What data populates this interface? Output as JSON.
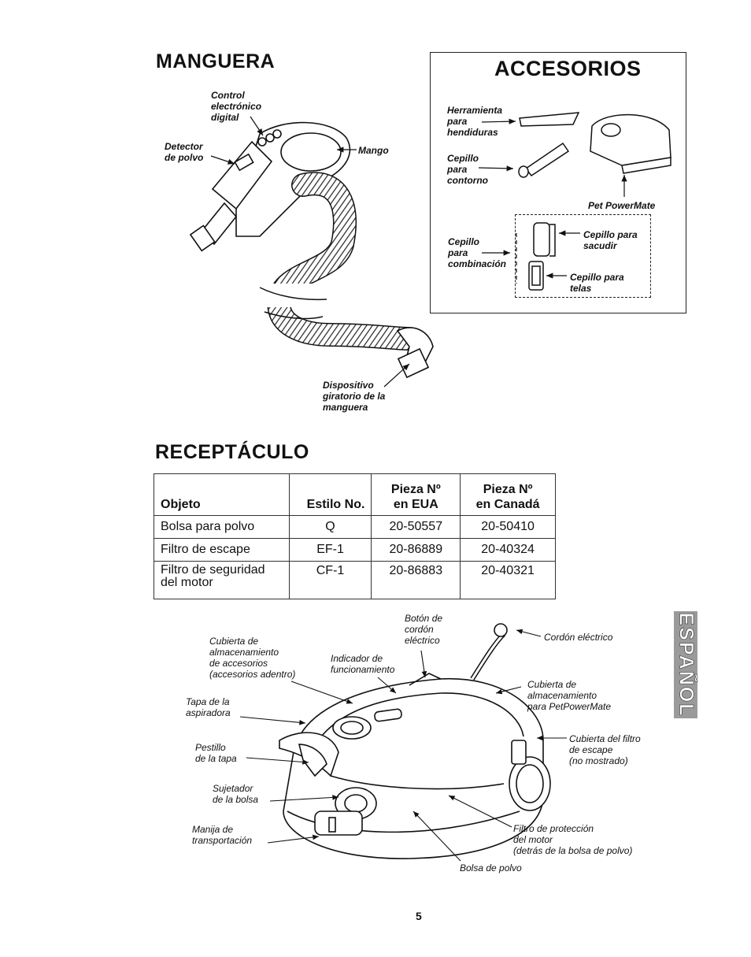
{
  "manguera": {
    "title": "MANGUERA",
    "labels": {
      "control": [
        "Control",
        "electrónico",
        "digital"
      ],
      "detector": [
        "Detector",
        "de polvo"
      ],
      "mango": "Mango",
      "dispositivo": [
        "Dispositivo",
        "giratorio de la",
        "manguera"
      ]
    }
  },
  "accesorios": {
    "title": "ACCESORIOS",
    "labels": {
      "herramienta": [
        "Herramienta",
        "para",
        "hendiduras"
      ],
      "cepillo_contorno": [
        "Cepillo",
        "para",
        "contorno"
      ],
      "pet": "Pet PowerMate",
      "cepillo_combinacion": [
        "Cepillo",
        "para",
        "combinación"
      ],
      "cepillo_sacudir": [
        "Cepillo para",
        "sacudir"
      ],
      "cepillo_telas": [
        "Cepillo para",
        "telas"
      ]
    }
  },
  "receptaculo": {
    "title": "RECEPTÁCULO",
    "headers": [
      "Objeto",
      "Estilo No.",
      "Pieza Nº en EUA",
      "Pieza Nº en Canadá"
    ],
    "header_lines": [
      [
        "Objeto"
      ],
      [
        "Estilo No."
      ],
      [
        "Pieza Nº",
        "en EUA"
      ],
      [
        "Pieza Nº",
        "en Canadá"
      ]
    ],
    "rows": [
      {
        "objeto": "Bolsa para polvo",
        "estilo": "Q",
        "eua": "20-50557",
        "canada": "20-50410"
      },
      {
        "objeto": "Filtro de escape",
        "estilo": "EF-1",
        "eua": "20-86889",
        "canada": "20-40324"
      },
      {
        "objeto": "Filtro de seguridad del motor",
        "objeto_lines": [
          "Filtro de seguridad",
          "del motor"
        ],
        "estilo": "CF-1",
        "eua": "20-86883",
        "canada": "20-40321"
      }
    ]
  },
  "vacuum": {
    "labels": {
      "cubierta_acc": [
        "Cubierta de",
        "almacenamiento",
        "de accesorios",
        "(accesorios adentro)"
      ],
      "indicador": [
        "Indicador de",
        "funcionamiento"
      ],
      "boton": [
        "Botón de",
        "cordón",
        "eléctrico"
      ],
      "cordon": "Cordón eléctrico",
      "cubierta_pet": [
        "Cubierta de",
        "almacenamiento",
        "para PetPowerMate"
      ],
      "tapa": [
        "Tapa de la",
        "aspiradora"
      ],
      "filtro_escape": [
        "Cubierta del filtro",
        "de escape",
        "(no mostrado)"
      ],
      "pestillo": [
        "Pestillo",
        "de la tapa"
      ],
      "sujetador": [
        "Sujetador",
        "de la bolsa"
      ],
      "manija": [
        "Manija de",
        "transportación"
      ],
      "filtro_motor": [
        "Filtro de protección",
        "del motor",
        "(detrás de la  bolsa de polvo)"
      ],
      "bolsa": "Bolsa de polvo"
    }
  },
  "side_tab": "ESPAÑOL",
  "page_number": "5"
}
